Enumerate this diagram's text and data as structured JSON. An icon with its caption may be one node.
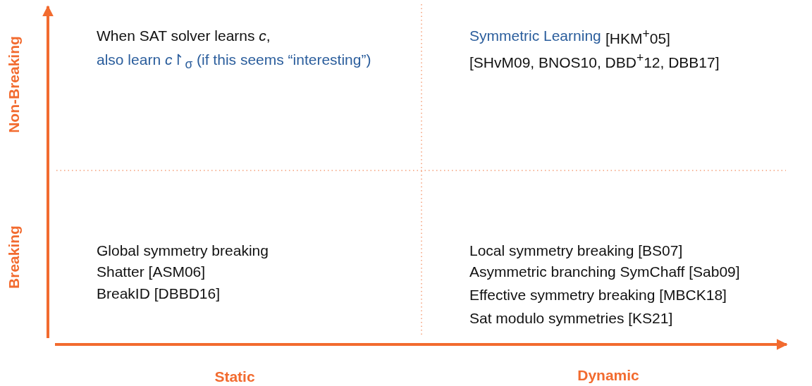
{
  "diagram": {
    "labels": [
      "Non-Breaking",
      "When SAT solver learns *c*,",
      "also learn *c*↾$_{σ}$ (if this seems “interesting”)",
      "Symmetric Learning",
      "[HKM$^{+}$05]",
      "[SHvM09, BNOS10, DBD$^{+}$12, DBB17]",
      "Breaking",
      "Global symmetry breaking",
      "Shatter [ASM06]",
      "BreakID [DBBD16]",
      "Local symmetry breaking [BS07]",
      "Asymmetric branching SymChaff [Sab09]",
      "Effective symmetry breaking [MBCK18]",
      "Sat modulo symmetries [KS21]",
      "Static",
      "Dynamic"
    ]
  }
}
